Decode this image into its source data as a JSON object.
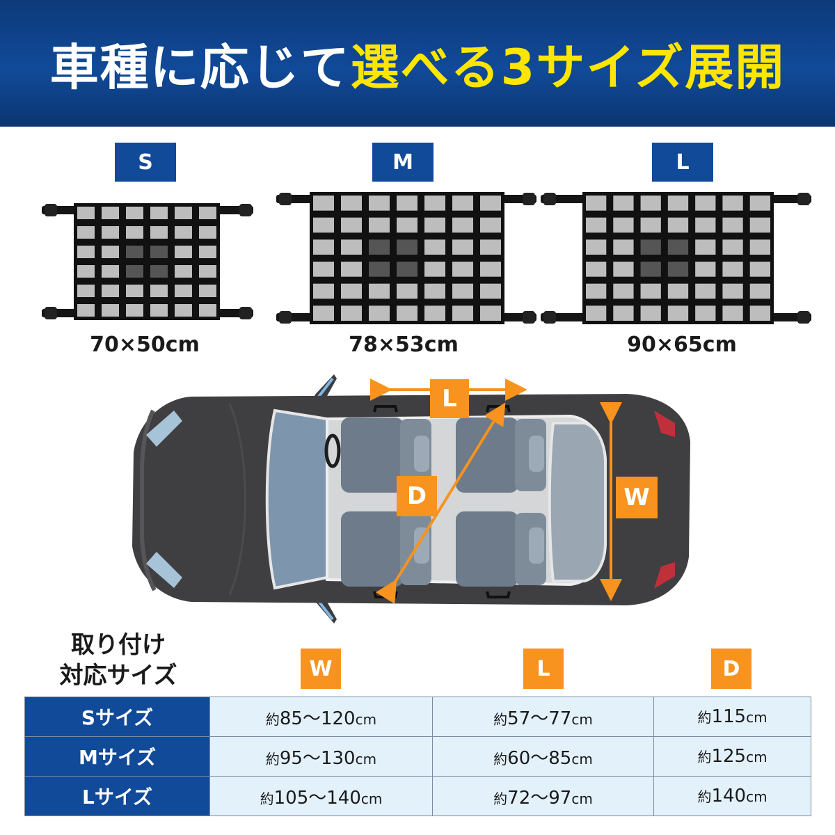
{
  "header": {
    "title_part1": "車種に応じて",
    "title_part2": "選べる3サイズ展開"
  },
  "sizes": [
    {
      "badge": "S",
      "dimensions": "70×50cm"
    },
    {
      "badge": "M",
      "dimensions": "78×53cm"
    },
    {
      "badge": "L",
      "dimensions": "90×65cm"
    }
  ],
  "diagram": {
    "label_l": "L",
    "label_d": "D",
    "label_w": "W"
  },
  "fit_table": {
    "title_line1": "取り付け",
    "title_line2": "対応サイズ",
    "column_headers": [
      "W",
      "L",
      "D"
    ],
    "prefix": "約",
    "unit": "cm",
    "rows": [
      {
        "name": "Sサイズ",
        "w": "85〜120",
        "l": "57〜77",
        "d": "115"
      },
      {
        "name": "Mサイズ",
        "w": "95〜130",
        "l": "60〜85",
        "d": "125"
      },
      {
        "name": "Lサイズ",
        "w": "105〜140",
        "l": "72〜97",
        "d": "140"
      }
    ]
  },
  "colors": {
    "header_blue": "#114a99",
    "highlight_yellow": "#ffe600",
    "accent_orange": "#f7931e",
    "table_cell_bg": "#e3f1fb"
  }
}
